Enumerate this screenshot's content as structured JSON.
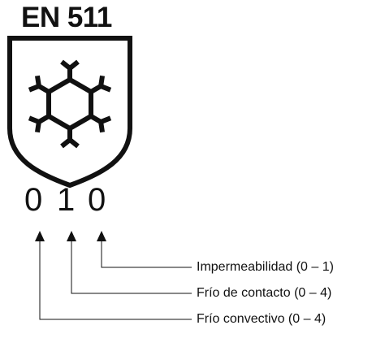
{
  "standard": {
    "title": "EN 511",
    "icon": "snowflake-icon"
  },
  "rating": {
    "digits": [
      "0",
      "1",
      "0"
    ]
  },
  "legend": [
    {
      "label": "Impermeabilidad (0 – 1)"
    },
    {
      "label": "Frío de contacto (0 – 4)"
    },
    {
      "label": "Frío convectivo (0 – 4)"
    }
  ],
  "colors": {
    "ink": "#111111",
    "background": "#ffffff"
  }
}
